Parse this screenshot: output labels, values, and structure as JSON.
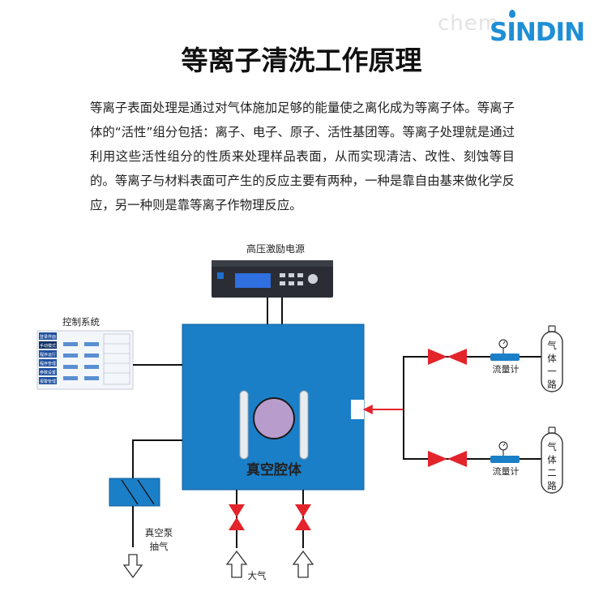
{
  "header": {
    "watermark": "chem",
    "logo_text": "SINDIN"
  },
  "title": "等离子清洗工作原理",
  "intro": "等离子表面处理是通过对气体施加足够的能量使之离化成为等离子体。等离子体的“活性”组分包括：离子、电子、原子、活性基团等。等离子处理就是通过利用这些活性组分的性质来处理样品表面，从而实现清洁、改性、刻蚀等目的。等离子与材料表面可产生的反应主要有两种，一种是靠自由基来做化学反应，另一种则是靠等离子作物理反应。",
  "diagram": {
    "power_supply_label": "高压激励电源",
    "control_system_label": "控制系统",
    "control_menu": [
      "登录界面",
      "手动模式",
      "程序运行",
      "程序管理",
      "参数设置",
      "报警管理"
    ],
    "chamber_label": "真空腔体",
    "pump_label_1": "真空泵",
    "pump_label_2": "抽气",
    "atmosphere_label": "大气",
    "flowmeter_label_1": "流量计",
    "flowmeter_label_2": "流量计",
    "gas_1_label": "气体一路",
    "gas_2_label": "气体二路"
  },
  "colors": {
    "chamber_blue": "#1b7fc8",
    "valve_red": "#e3242b",
    "logo_blue": "#1e8fd6"
  }
}
